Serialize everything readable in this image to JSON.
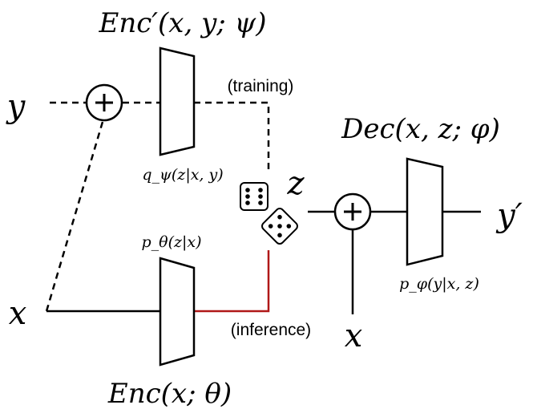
{
  "labels": {
    "enc_prime_title": "Enc′(x, y; ψ)",
    "dec_title": "Dec(x, z; φ)",
    "enc_title": "Enc(x; θ)",
    "q_label": "q_ψ(z|x, y)",
    "p_theta_label": "p_θ(z|x)",
    "p_phi_label": "p_φ(y|x, z)",
    "training": "(training)",
    "inference": "(inference)",
    "y_input": "y",
    "x_input": "x",
    "x_bottom": "x",
    "z_var": "z",
    "y_output": "y′"
  },
  "colors": {
    "inference_path": "#b01818",
    "stroke": "#000000"
  },
  "icons": [
    "plus-circle-icon",
    "die-icon"
  ]
}
